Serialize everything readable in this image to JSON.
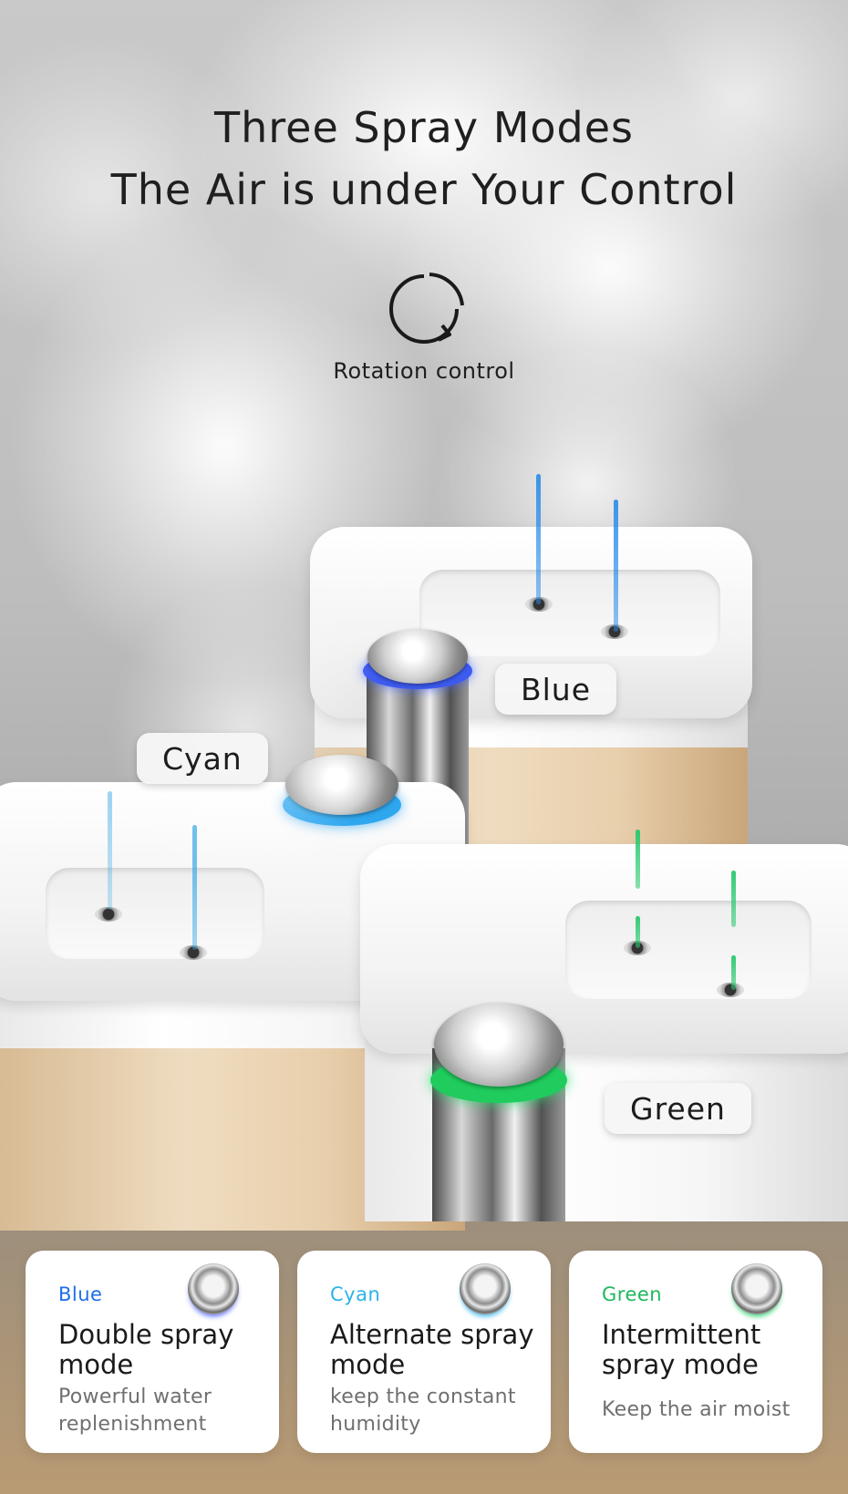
{
  "headline": {
    "line1": "Three Spray Modes",
    "line2": "The Air is under Your Control"
  },
  "control": {
    "icon": "rotation-arrow-icon",
    "label": "Rotation control"
  },
  "product_tags": {
    "blue": "Blue",
    "cyan": "Cyan",
    "green": "Green"
  },
  "colors": {
    "blue": "#1e6ee8",
    "cyan": "#2bb3e6",
    "green": "#1fb85c"
  },
  "modes": [
    {
      "color_label": "Blue",
      "mode": "Double spray mode",
      "desc": "Powerful water replenishment"
    },
    {
      "color_label": "Cyan",
      "mode": "Alternate spray mode",
      "desc": "keep the constant humidity"
    },
    {
      "color_label": "Green",
      "mode": "Intermittent spray mode",
      "desc": "Keep the air moist"
    }
  ]
}
